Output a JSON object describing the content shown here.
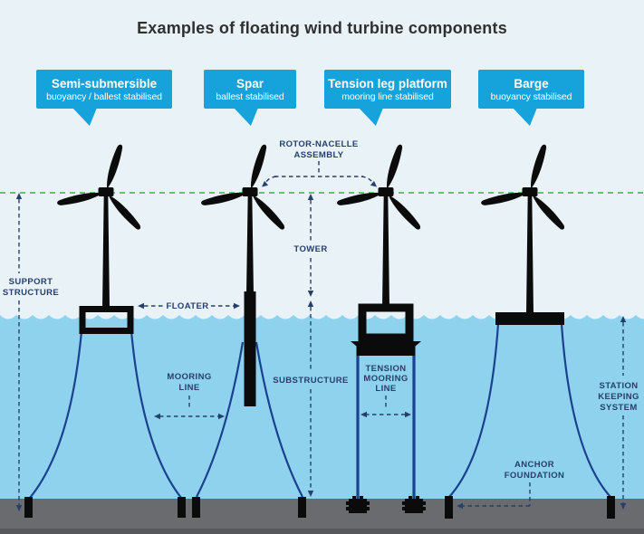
{
  "title": "Examples of floating wind turbine components",
  "platforms": [
    {
      "name": "Semi-submersible",
      "subtitle": "buoyancy / ballest stabilised"
    },
    {
      "name": "Spar",
      "subtitle": "ballest stabilised"
    },
    {
      "name": "Tension leg platform",
      "subtitle": "mooring line stabilised"
    },
    {
      "name": "Barge",
      "subtitle": "buoyancy stabilised"
    }
  ],
  "annotations": {
    "rotor_nacelle_assembly": [
      "ROTOR-NACELLE",
      "ASSEMBLY"
    ],
    "tower": "TOWER",
    "substructure": "SUBSTRUCTURE",
    "support_structure": [
      "SUPPORT",
      "STRUCTURE"
    ],
    "floater": "FLOATER",
    "mooring_line": [
      "MOORING",
      "LINE"
    ],
    "tension_mooring_line": [
      "TENSION",
      "MOORING",
      "LINE"
    ],
    "station_keeping_system": [
      "STATION",
      "KEEPING",
      "SYSTEM"
    ],
    "anchor_foundation": [
      "ANCHOR",
      "FOUNDATION"
    ]
  },
  "colors": {
    "sky": "#E8F2F7",
    "water": "#8FD2EE",
    "seabed": "#6A6B6E",
    "seabed_dark": "#56585B",
    "bubble_blue": "#16A3DC",
    "structure_black": "#0B0B0B",
    "mooring_navy": "#1A418E",
    "annotation_navy": "#27406B",
    "hub_height_green": "#3EB04A",
    "title_text": "#303030"
  }
}
